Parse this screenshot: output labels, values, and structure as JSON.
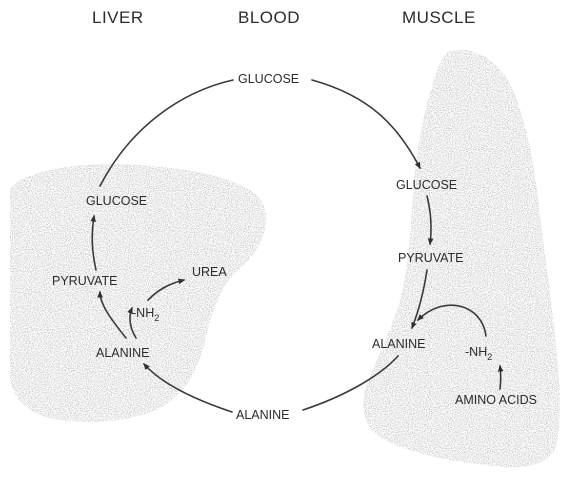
{
  "headers": {
    "liver": "LIVER",
    "blood": "BLOOD",
    "muscle": "MUSCLE"
  },
  "labels": {
    "glucose_blood": "GLUCOSE",
    "glucose_muscle": "GLUCOSE",
    "pyruvate_muscle": "PYRUVATE",
    "alanine_muscle": "ALANINE",
    "nh2_muscle": "-NH",
    "nh2_muscle_sub": "2",
    "amino_acids": "AMINO ACIDS",
    "alanine_blood": "ALANINE",
    "alanine_liver": "ALANINE",
    "nh2_liver": "-NH",
    "nh2_liver_sub": "2",
    "urea": "UREA",
    "pyruvate_liver": "PYRUVATE",
    "glucose_liver": "GLUCOSE"
  }
}
